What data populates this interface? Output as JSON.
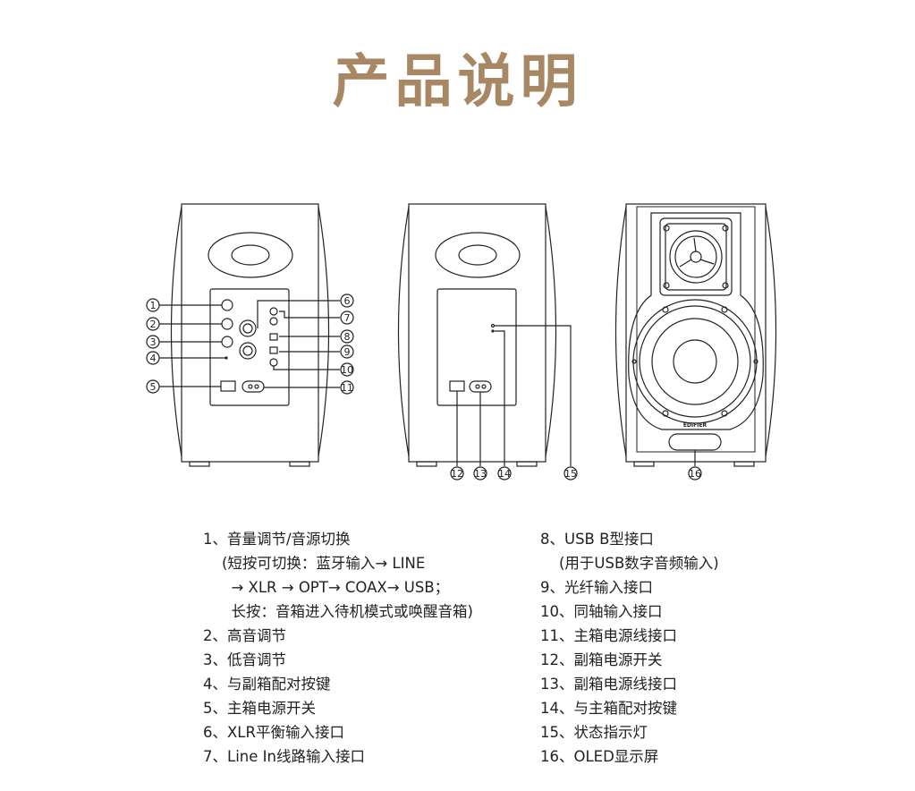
{
  "title": "产品说明",
  "colors": {
    "title": "#A88864",
    "line": "#222222"
  },
  "callouts": {
    "left": [
      "1",
      "2",
      "3",
      "4",
      "5"
    ],
    "right": [
      "6",
      "7",
      "8",
      "9",
      "10",
      "11"
    ],
    "middle": [
      "12",
      "13",
      "14",
      "15"
    ],
    "front": [
      "16"
    ]
  },
  "brand_label": "EDIFIER",
  "legend": {
    "left": [
      "1、音量调节/音源切换",
      "    (短按可切换：蓝牙输入→ LINE",
      "      → XLR → OPT→ COAX→ USB；",
      "      长按：音箱进入待机模式或唤醒音箱)",
      "2、高音调节",
      "3、低音调节",
      "4、与副箱配对按键",
      "5、主箱电源开关",
      "6、XLR平衡输入接口",
      "7、Line In线路输入接口"
    ],
    "right": [
      "8、USB B型接口",
      "    (用于USB数字音频输入)",
      "9、光纤输入接口",
      "10、同轴输入接口",
      "11、主箱电源线接口",
      "12、副箱电源开关",
      "13、副箱电源线接口",
      "14、与主箱配对按键",
      "15、状态指示灯",
      "16、OLED显示屏"
    ]
  }
}
